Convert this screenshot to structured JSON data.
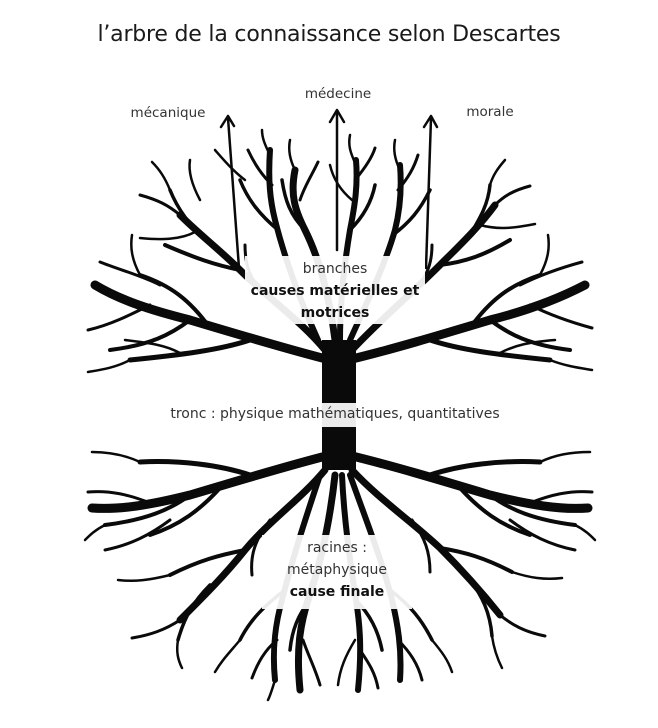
{
  "title": "l’arbre de la connaissance selon Descartes",
  "top_labels": {
    "left": "mécanique",
    "center": "médecine",
    "right": "morale"
  },
  "branches": {
    "line1": "branches",
    "line2": "causes matérielles et",
    "line3": "motrices"
  },
  "trunk": {
    "text": "tronc : physique mathématiques, quantitatives"
  },
  "roots": {
    "line1": "racines :",
    "line2": "métaphysique",
    "line3": "cause finale"
  },
  "colors": {
    "tree": "#0a0a0a",
    "background": "#ffffff",
    "text": "#333333"
  }
}
